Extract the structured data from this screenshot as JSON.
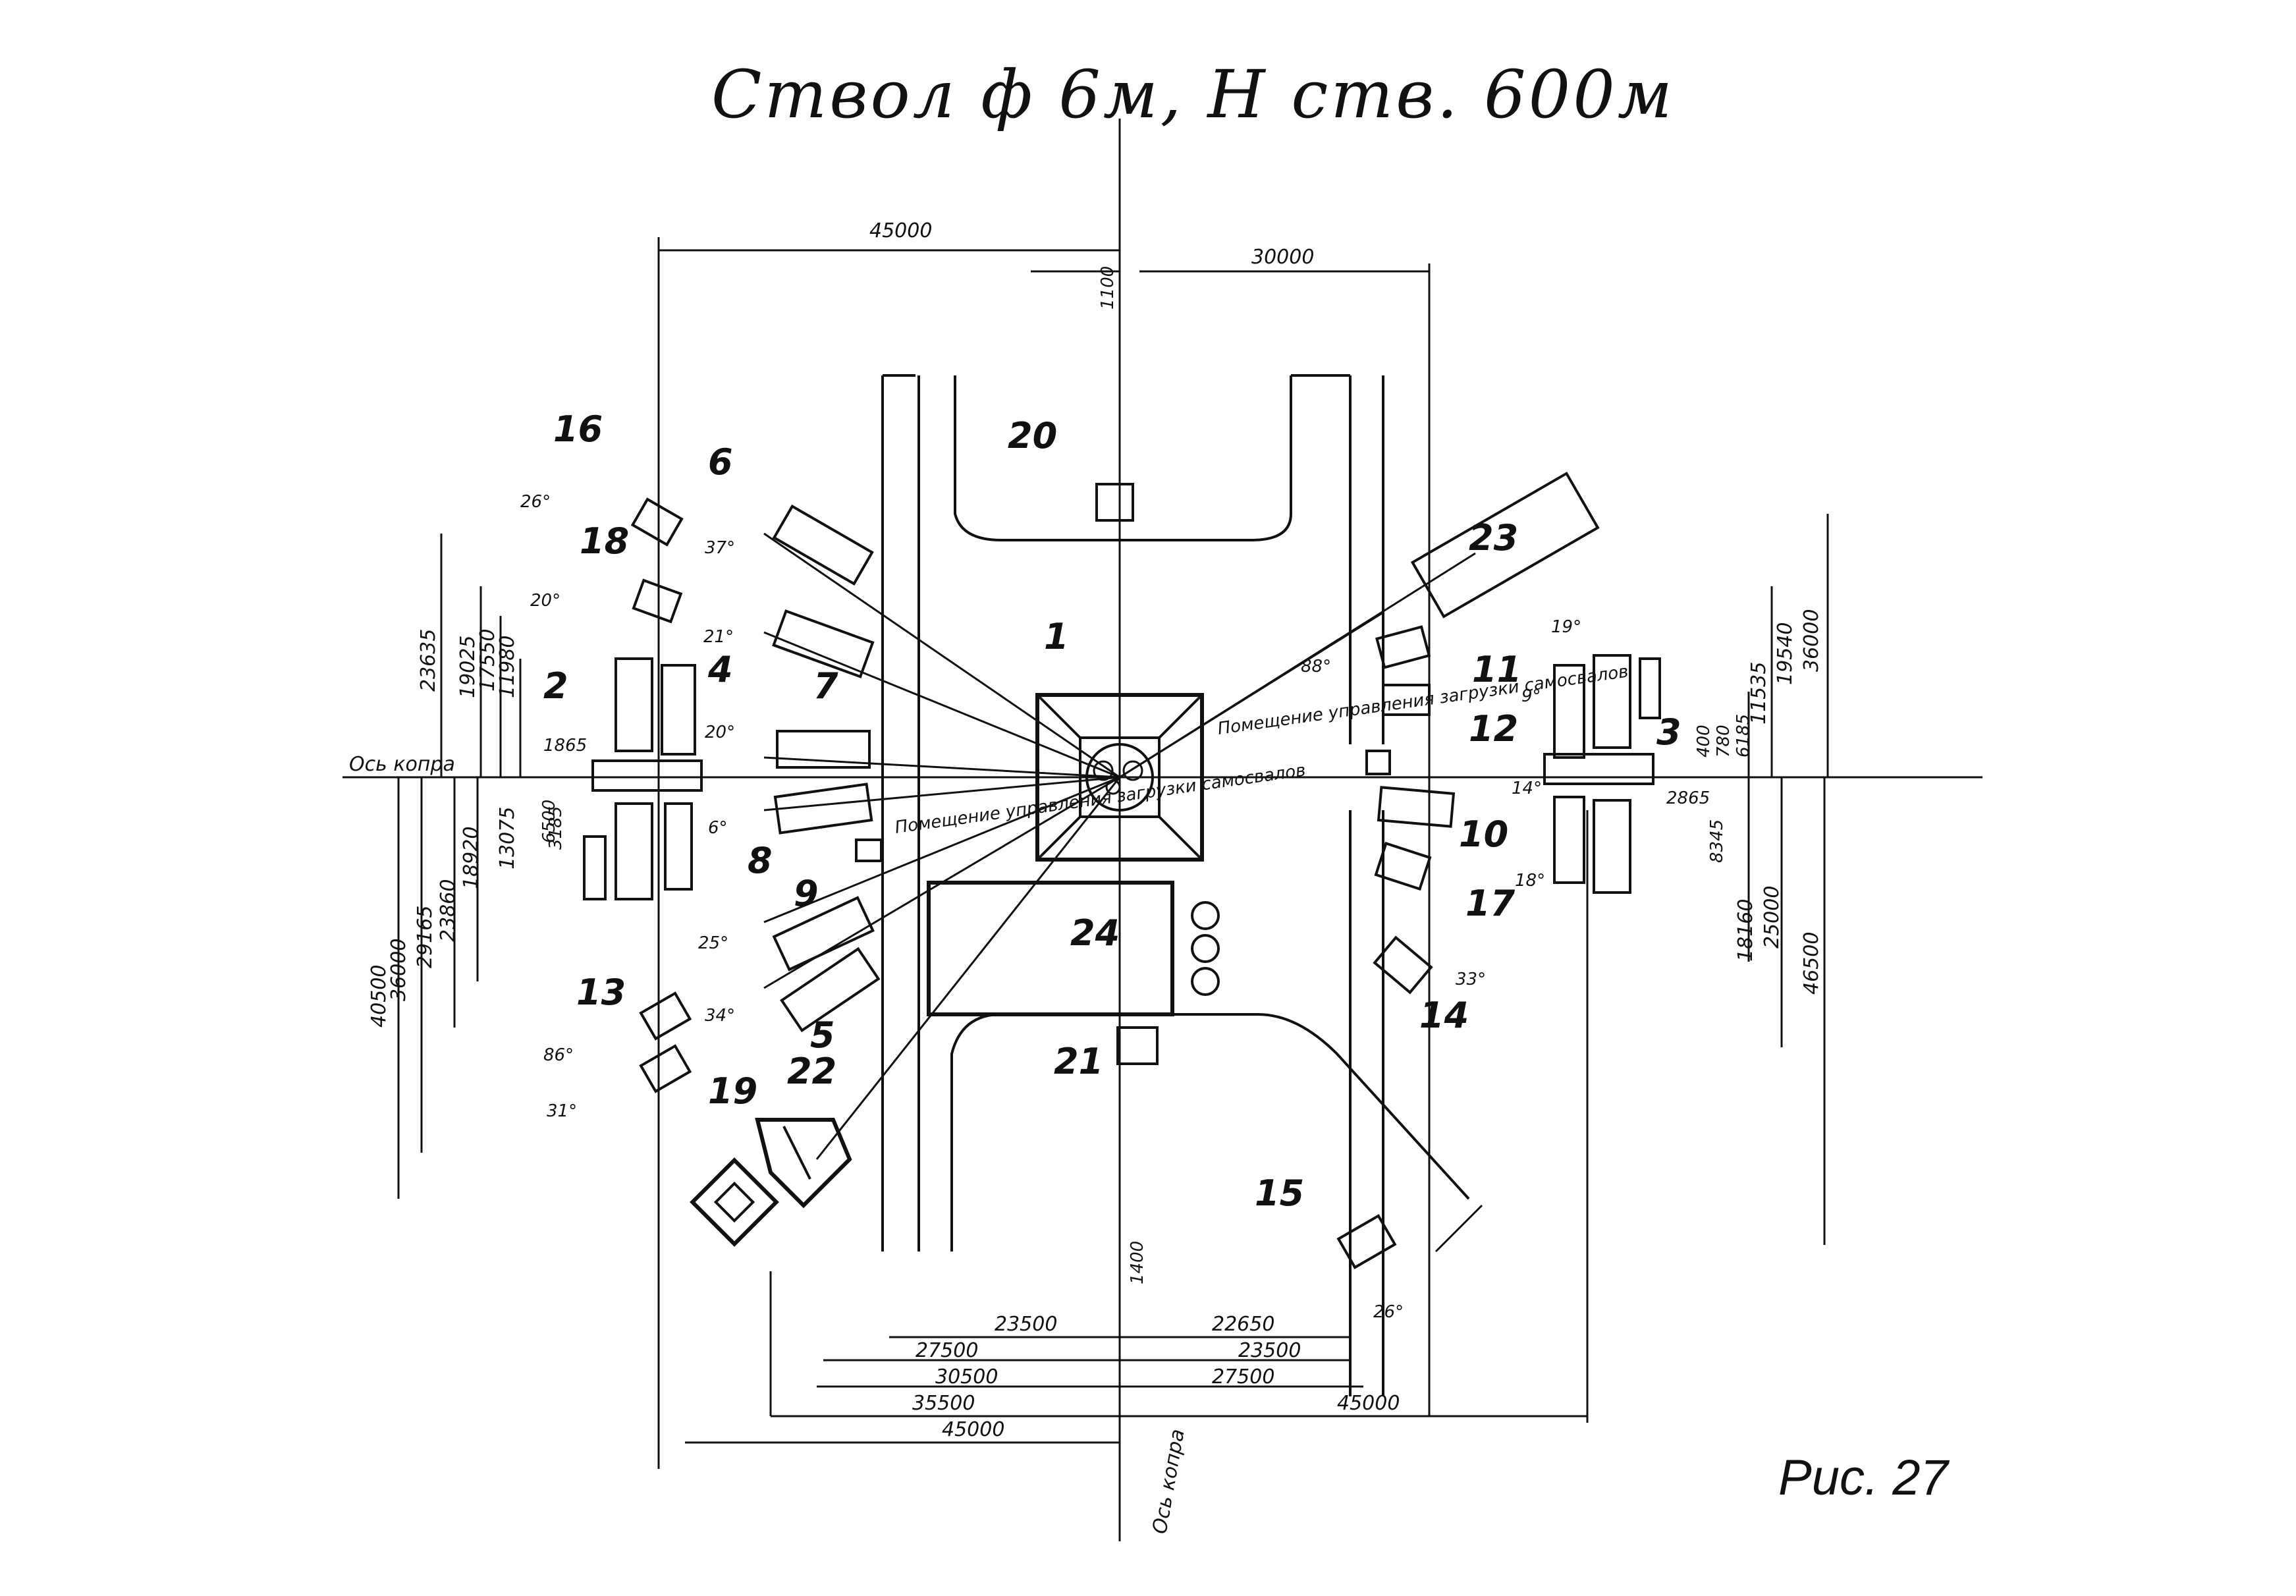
{
  "title": "Ствол ф 6м, Н ств. 600м",
  "figure_label": "Рис. 27",
  "axis_labels": {
    "horizontal": "Ось копра",
    "vertical": "Ось копра"
  },
  "notes": {
    "room_right": "Помещение управления загрузки самосвалов",
    "room_left": "Помещение управления загрузки самосвалов"
  },
  "item_numbers": [
    "1",
    "2",
    "3",
    "4",
    "5",
    "6",
    "7",
    "8",
    "9",
    "10",
    "11",
    "12",
    "13",
    "14",
    "15",
    "16",
    "17",
    "18",
    "19",
    "20",
    "21",
    "22",
    "23",
    "24"
  ],
  "dimensions": {
    "top_left": "45000",
    "top_right": "30000",
    "top_small": "1100",
    "bottom_small": "1400",
    "b1_left": "23500",
    "b1_right": "22650",
    "b2_left": "27500",
    "b2_right": "23500",
    "b3_left": "30500",
    "b3_right": "27500",
    "b4_left": "35500",
    "b4_right": "45000",
    "b5_left": "45000",
    "left_v1": "23635",
    "left_v2": "19025",
    "left_v3": "17550",
    "left_v4": "11980",
    "left_v5": "6500",
    "left_v6": "3185",
    "left_v7": "13075",
    "left_v8": "18920",
    "left_v9": "23860",
    "left_v10": "29165",
    "left_v11": "36000",
    "left_v12": "40500",
    "left_h1": "1865",
    "right_v1": "36000",
    "right_v2": "19540",
    "right_v3": "11535",
    "right_v4": "6185",
    "right_v5": "780",
    "right_v6": "400",
    "right_v7": "2865",
    "right_v8": "8345",
    "right_v9": "18160",
    "right_v10": "25000",
    "right_v11": "46500"
  },
  "angles": [
    "26°",
    "37°",
    "20°",
    "21°",
    "20°",
    "6°",
    "25°",
    "34°",
    "86°",
    "31°",
    "88°",
    "19°",
    "9°",
    "14°",
    "18°",
    "33°",
    "26°"
  ]
}
